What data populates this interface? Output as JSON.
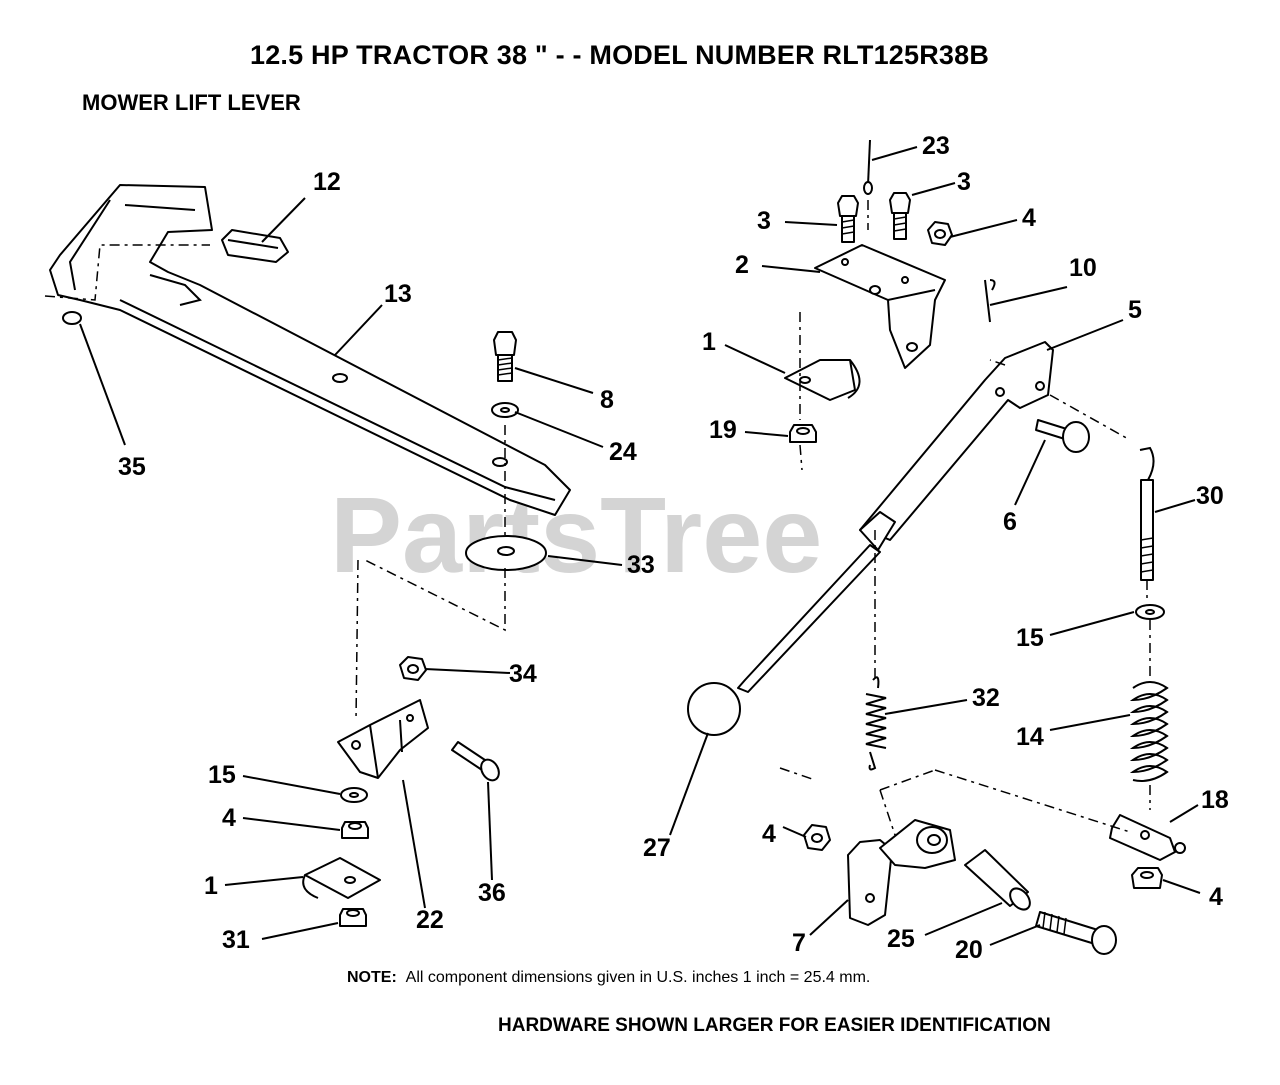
{
  "title": "12.5 HP TRACTOR  38 \" - - MODEL NUMBER RLT125R38B",
  "subtitle": "MOWER LIFT LEVER",
  "note_label": "NOTE:",
  "note_text": "All component dimensions given in U.S. inches 1 inch = 25.4 mm.",
  "hardware_note": "HARDWARE SHOWN LARGER FOR EASIER IDENTIFICATION",
  "watermark": "PartsTree",
  "callouts": {
    "c12": "12",
    "c13": "13",
    "c35": "35",
    "c8": "8",
    "c24": "24",
    "c33": "33",
    "c34": "34",
    "c15a": "15",
    "c4a": "4",
    "c1a": "1",
    "c31": "31",
    "c22": "22",
    "c36": "36",
    "c23": "23",
    "c3a": "3",
    "c3b": "3",
    "c4b": "4",
    "c2": "2",
    "c10": "10",
    "c5": "5",
    "c1b": "1",
    "c19": "19",
    "c6": "6",
    "c30": "30",
    "c15b": "15",
    "c14": "14",
    "c32": "32",
    "c27": "27",
    "c4c": "4",
    "c18": "18",
    "c4d": "4",
    "c7": "7",
    "c25": "25",
    "c20": "20"
  }
}
